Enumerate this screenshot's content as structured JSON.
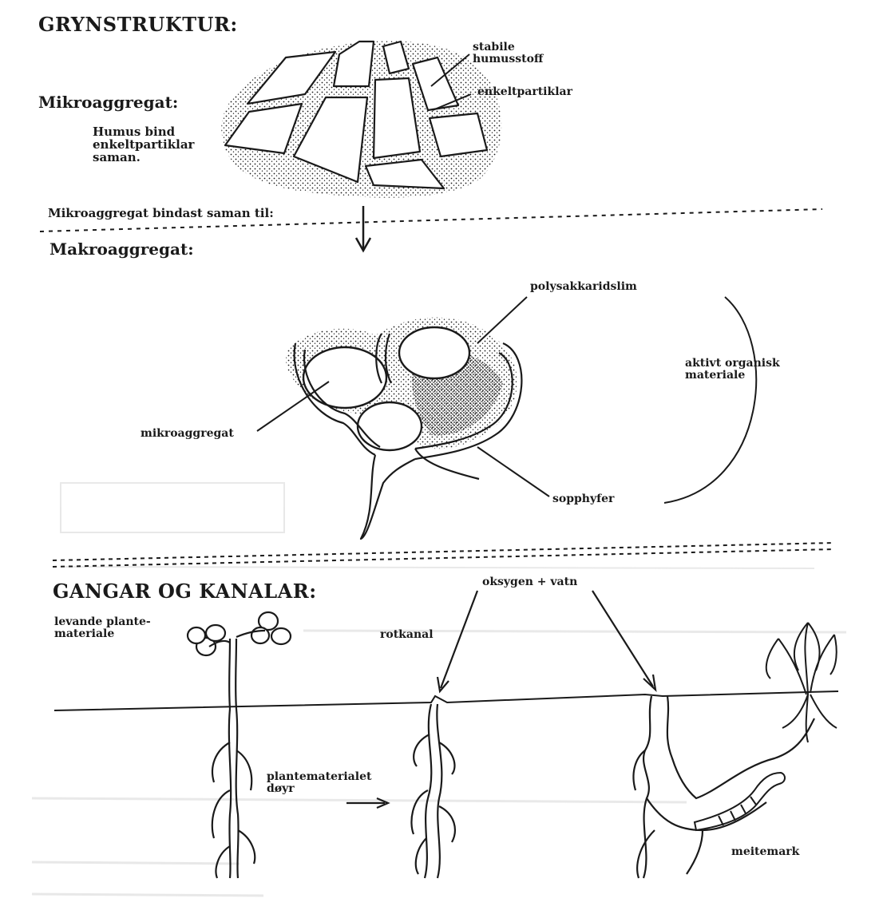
{
  "sections": {
    "grynstruktur": {
      "heading": "GRYNSTRUKTUR:",
      "mikro_title": "Mikroaggregat:",
      "mikro_desc": "Humus bind\nenkeltpartiklar\nsaman.",
      "label_stabile": "stabile\nhumusstoff",
      "label_enkelt": "enkeltpartiklar",
      "bind_text": "Mikroaggregat bindast saman til:",
      "makro_title": "Makroaggregat:",
      "label_poly": "polysakkaridslim",
      "label_aktivt": "aktivt organisk\nmateriale",
      "label_mikro": "mikroaggregat",
      "label_sopp": "sopphyfer"
    },
    "gangar": {
      "heading": "GANGAR OG KANALAR:",
      "label_levande": "levande plante-\nmateriale",
      "label_rotkanal": "rotkanal",
      "label_oksygen": "oksygen + vatn",
      "label_dor": "plantematerialet\ndøyr",
      "label_meitemark": "meitemark"
    }
  },
  "colors": {
    "ink": "#1a1a1a",
    "paper": "#ffffff",
    "ghost": "#c8c8c8"
  }
}
